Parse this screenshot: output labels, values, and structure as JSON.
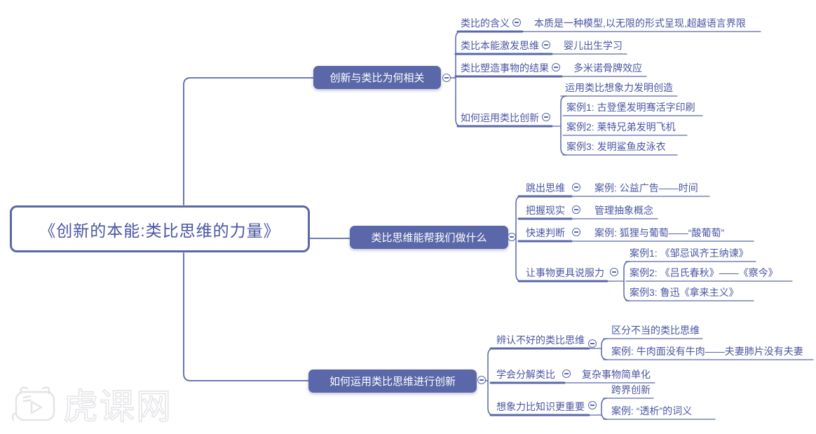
{
  "root": {
    "title": "《创新的本能:类比思维的力量》"
  },
  "branches": [
    {
      "label": "创新与类比为何相关",
      "rows": [
        {
          "label": "类比的含义",
          "child": "本质是一种模型,以无限的形式呈现,超越语言界限"
        },
        {
          "label": "类比本能激发思维",
          "child": "婴儿出生学习"
        },
        {
          "label": "类比塑造事物的结果",
          "child": "多米诺骨牌效应"
        },
        {
          "label": "如何运用类比创新",
          "children": [
            "运用类比想象力发明创造",
            "案例1: 古登堡发明骞活字印刷",
            "案例2: 莱特兄弟发明飞机",
            "案例3: 发明鲨鱼皮泳衣"
          ]
        }
      ]
    },
    {
      "label": "类比思维能帮我们做什么",
      "rows": [
        {
          "label": "跳出思维",
          "child": "案例: 公益广告——时间"
        },
        {
          "label": "把握现实",
          "child": "管理抽象概念"
        },
        {
          "label": "快速判断",
          "child": "案例: 狐狸与葡萄——“酸葡萄”"
        },
        {
          "label": "让事物更具说服力",
          "children": [
            "案例1: 《邹忌讽齐王纳谏》",
            "案例2: 《吕氏春秋》——《察今》",
            "案例3: 鲁迅《拿来主义》"
          ]
        }
      ]
    },
    {
      "label": "如何运用类比思维进行创新",
      "rows": [
        {
          "label": "辨认不好的类比思维",
          "children": [
            "区分不当的类比思维",
            "案例: 牛肉面没有牛肉——夫妻肺片没有夫妻"
          ]
        },
        {
          "label": "学会分解类比",
          "child": "复杂事物简单化"
        },
        {
          "label": "想象力比知识更重要",
          "children": [
            "跨界创新",
            "案例: “透析”的词义"
          ]
        }
      ]
    }
  ],
  "icons": {
    "collapse_symbol": "minus-circle"
  },
  "watermark": {
    "text": "虎课网"
  },
  "colors": {
    "accent": "#5a67a8",
    "label_text": "#4a56a1",
    "node_fill": "#5a67a8",
    "node_text": "#ffffff",
    "watermark": "#e4e4e8",
    "background": "#ffffff"
  }
}
